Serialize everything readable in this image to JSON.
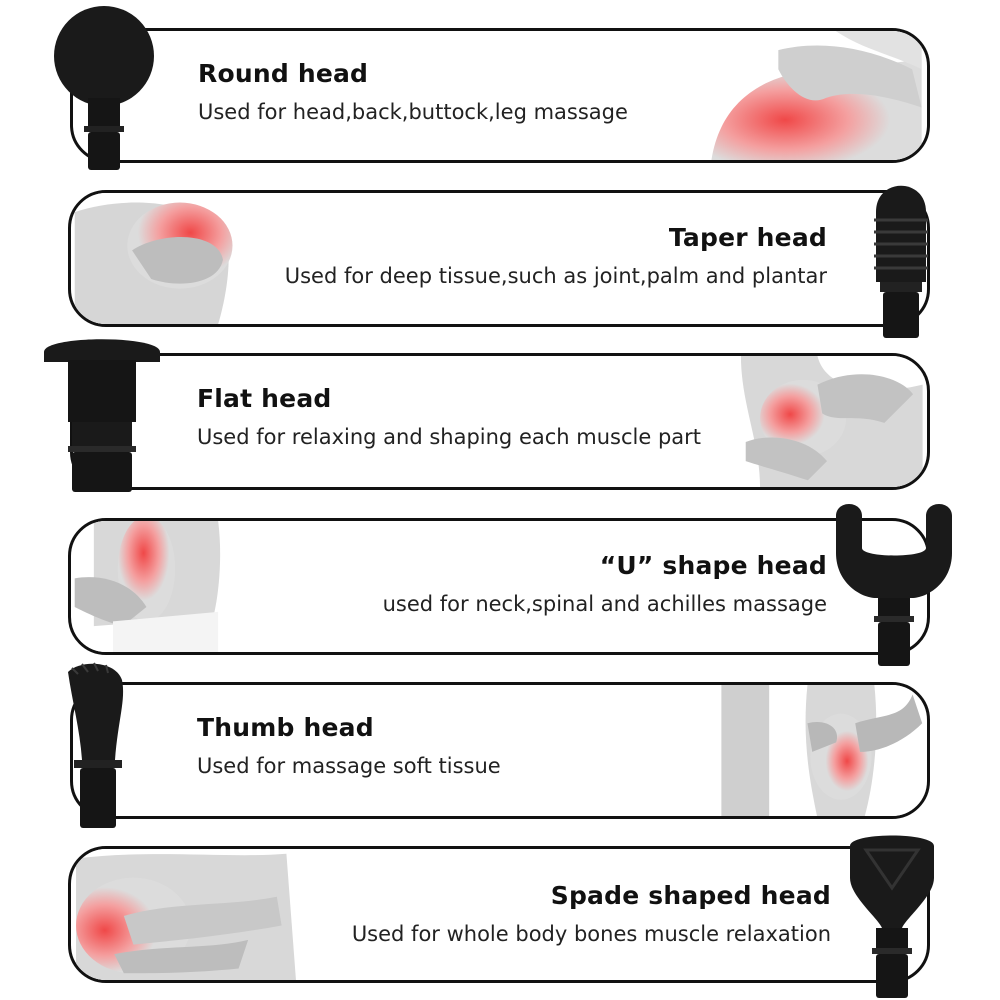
{
  "heads": [
    {
      "id": "round",
      "title": "Round head",
      "description": "Used for head,back,buttock,leg massage"
    },
    {
      "id": "taper",
      "title": "Taper head",
      "description": "Used for deep tissue,such as joint,palm and plantar"
    },
    {
      "id": "flat",
      "title": "Flat head",
      "description": "Used for relaxing and shaping each muscle part"
    },
    {
      "id": "u-shape",
      "title": "“U” shape head",
      "description": "used for neck,spinal and achilles massage"
    },
    {
      "id": "thumb",
      "title": "Thumb head",
      "description": "Used for massage soft tissue"
    },
    {
      "id": "spade",
      "title": "Spade shaped head",
      "description": "Used for whole body bones muscle relaxation"
    }
  ],
  "colors": {
    "border": "#111111",
    "head": "#1a1a1a",
    "skin": "#d9d9d9",
    "pain": "#f04848"
  }
}
